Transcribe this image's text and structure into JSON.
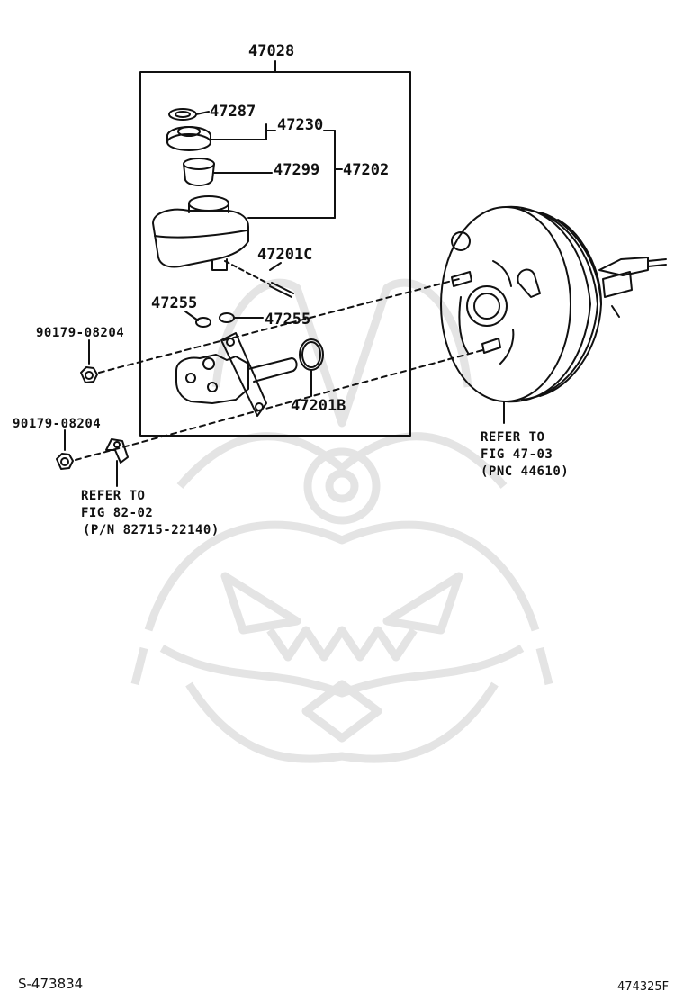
{
  "diagram": {
    "assembly_label": "47028",
    "parts": {
      "p47287": "47287",
      "p47230": "47230",
      "p47299": "47299",
      "p47202": "47202",
      "p47201C": "47201C",
      "p47255_left": "47255",
      "p47255_right": "47255",
      "p47201B": "47201B",
      "nut_upper": "90179-08204",
      "nut_lower": "90179-08204"
    },
    "refer_booster": {
      "line1": "REFER TO",
      "line2": "FIG 47-03",
      "line3": "(PNC 44610)"
    },
    "refer_bracket": {
      "line1": "REFER TO",
      "line2": "FIG 82-02",
      "line3": "(P/N 82715-22140)"
    }
  },
  "footer": {
    "left_code": "S-473834",
    "right_code": "474325F"
  },
  "colors": {
    "line": "#111111",
    "watermark": "#e6e6e6"
  }
}
